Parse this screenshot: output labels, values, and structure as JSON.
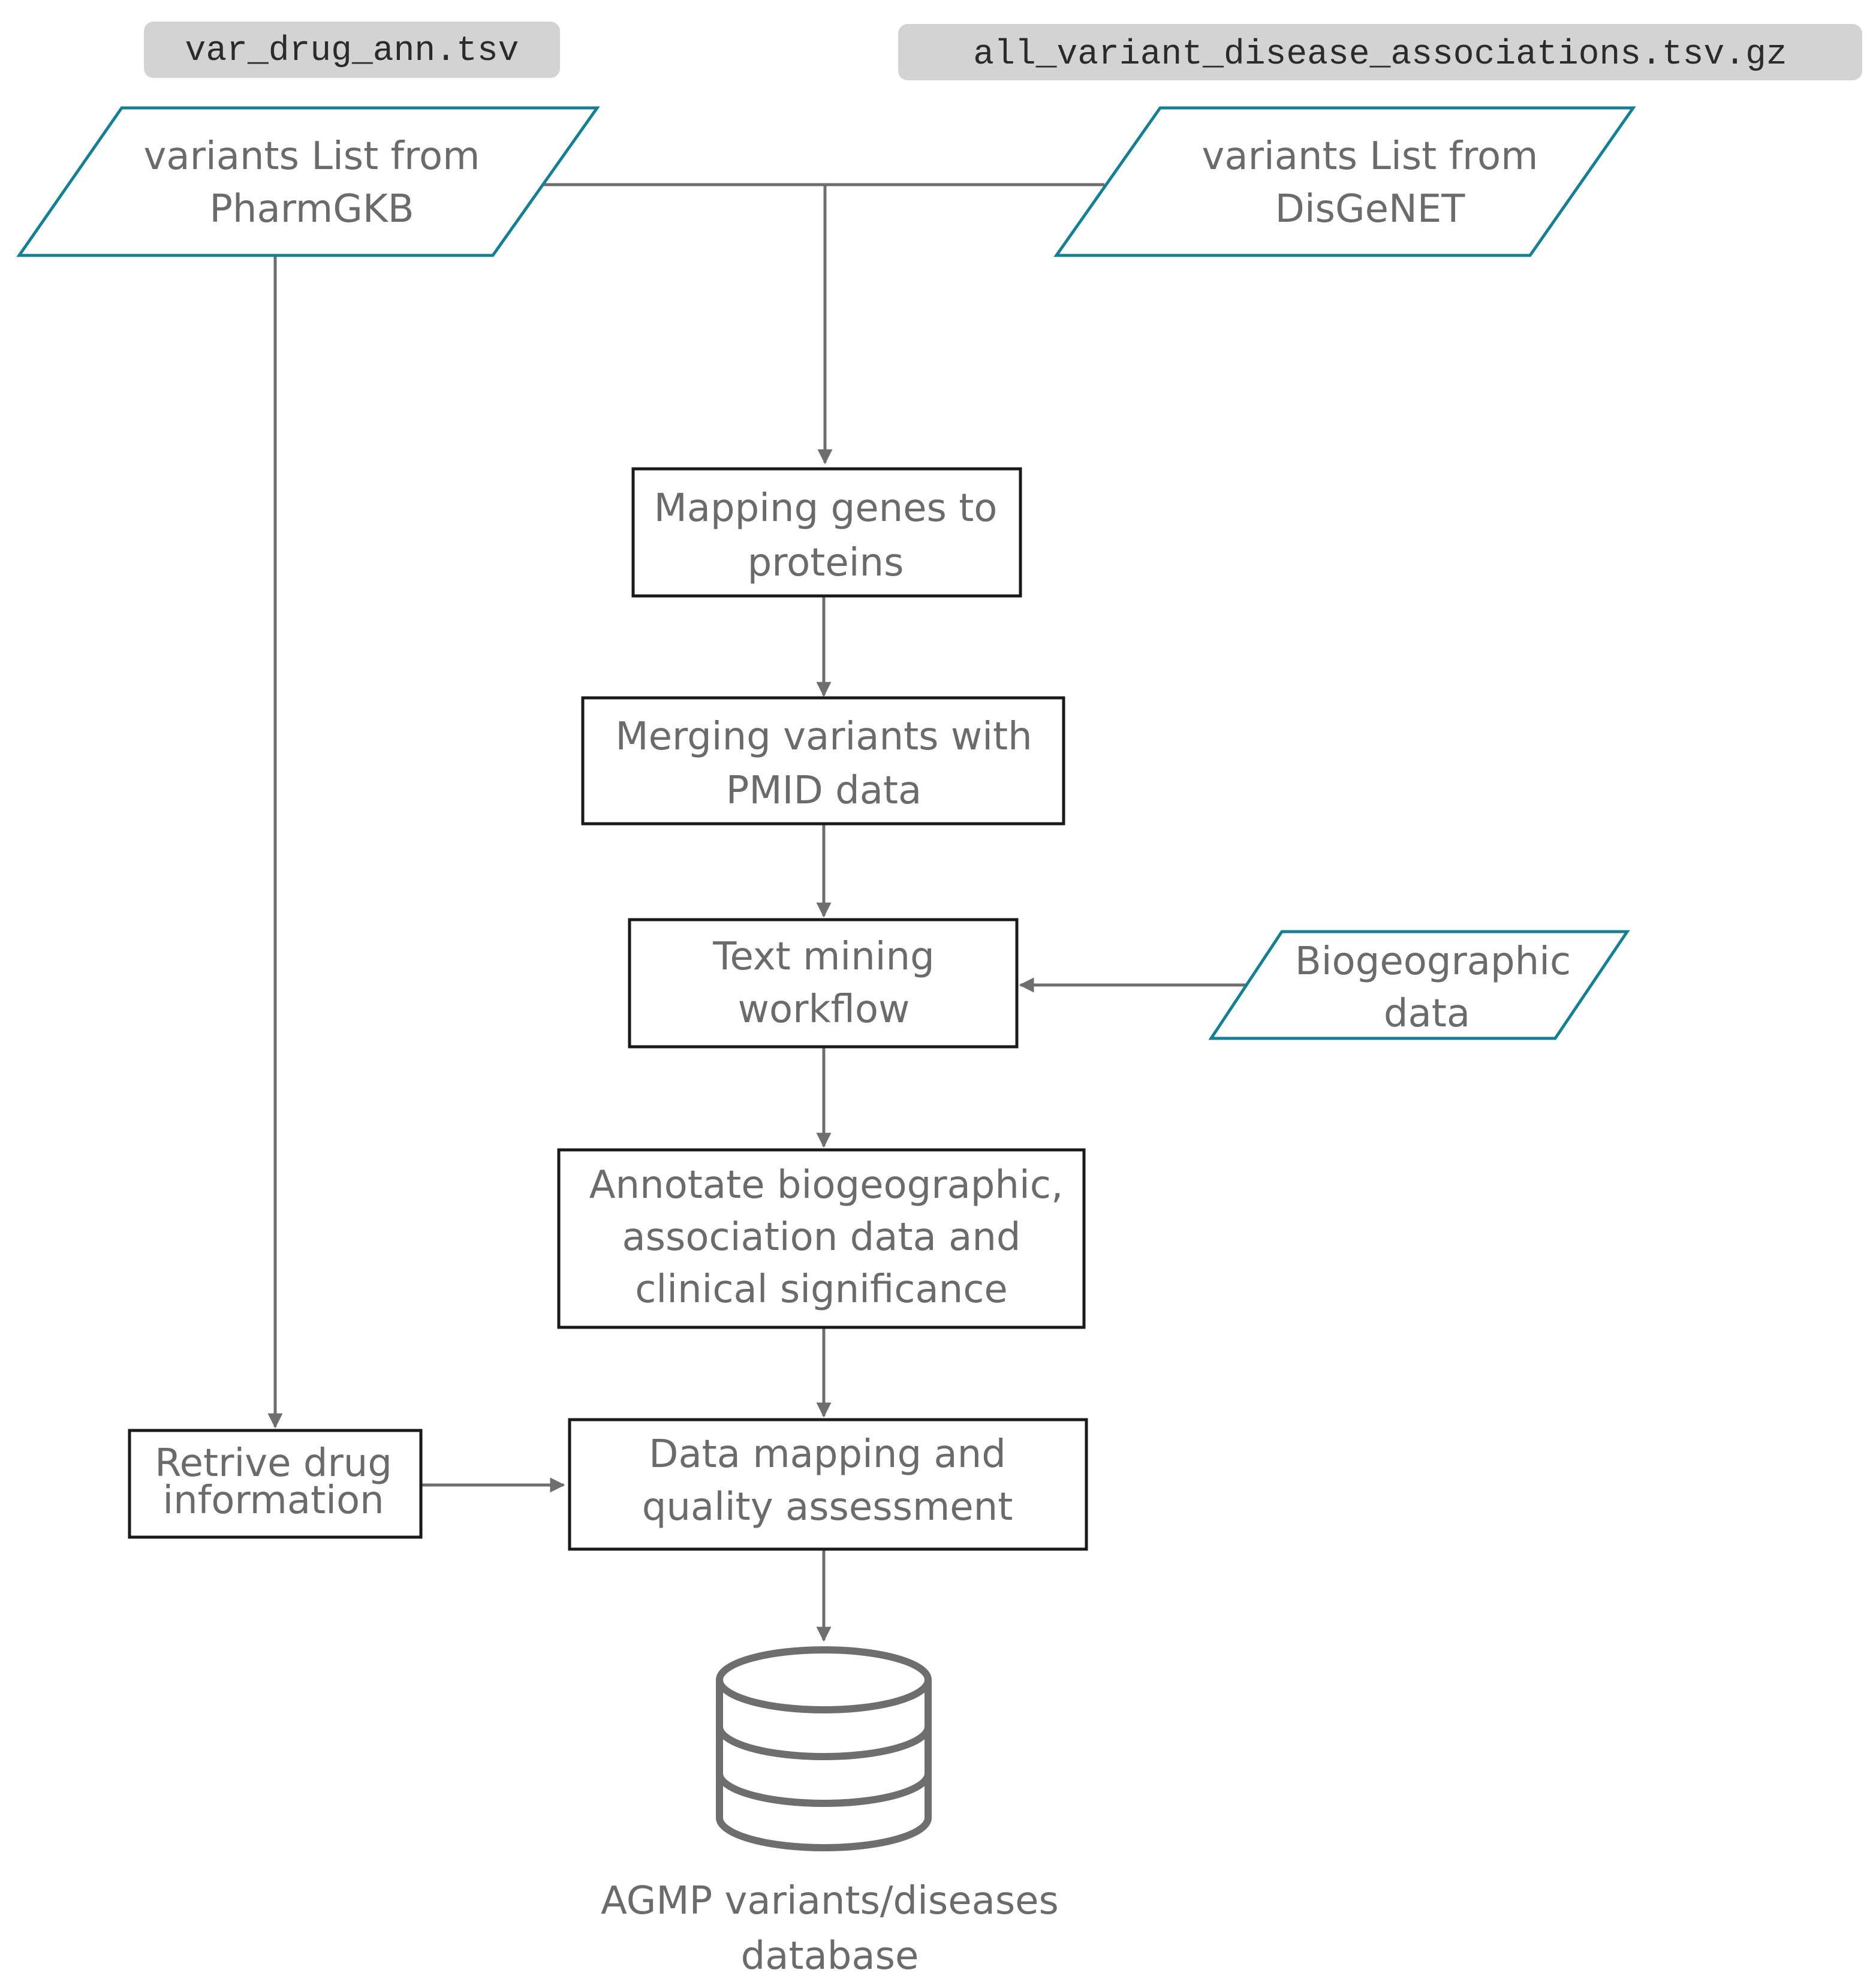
{
  "colors": {
    "text": "#6b6b6b",
    "connector": "#6e6e6e",
    "process_border": "#1a1a1a",
    "data_border": "#177f92",
    "file_tag_bg": "#d3d3d3",
    "database_stroke": "#6e6e6e"
  },
  "file_tags": {
    "pharmgkb_file": "var_drug_ann.tsv",
    "disgenet_file": "all_variant_disease_associations.tsv.gz"
  },
  "inputs": {
    "pharmgkb": {
      "line1": "variants List from",
      "line2": "PharmGKB"
    },
    "disgenet": {
      "line1": "variants List from",
      "line2": "DisGeNET"
    },
    "biogeographic": {
      "line1": "Biogeographic",
      "line2": "data"
    }
  },
  "steps": {
    "mapping": {
      "line1": "Mapping genes to",
      "line2": "proteins"
    },
    "merging": {
      "line1": "Merging variants with",
      "line2": "PMID data"
    },
    "text_mining": {
      "line1": "Text mining",
      "line2": "workflow"
    },
    "annotate": {
      "line1": "Annotate biogeographic,",
      "line2": "association data and",
      "line3": "clinical significance"
    },
    "data_mapping": {
      "line1": "Data mapping and",
      "line2": "quality assessment"
    },
    "retrieve_drug": {
      "line1": "Retrive drug",
      "line2": "information"
    }
  },
  "output": {
    "icon": "database-icon",
    "line1": "AGMP variants/diseases",
    "line2": "database"
  }
}
